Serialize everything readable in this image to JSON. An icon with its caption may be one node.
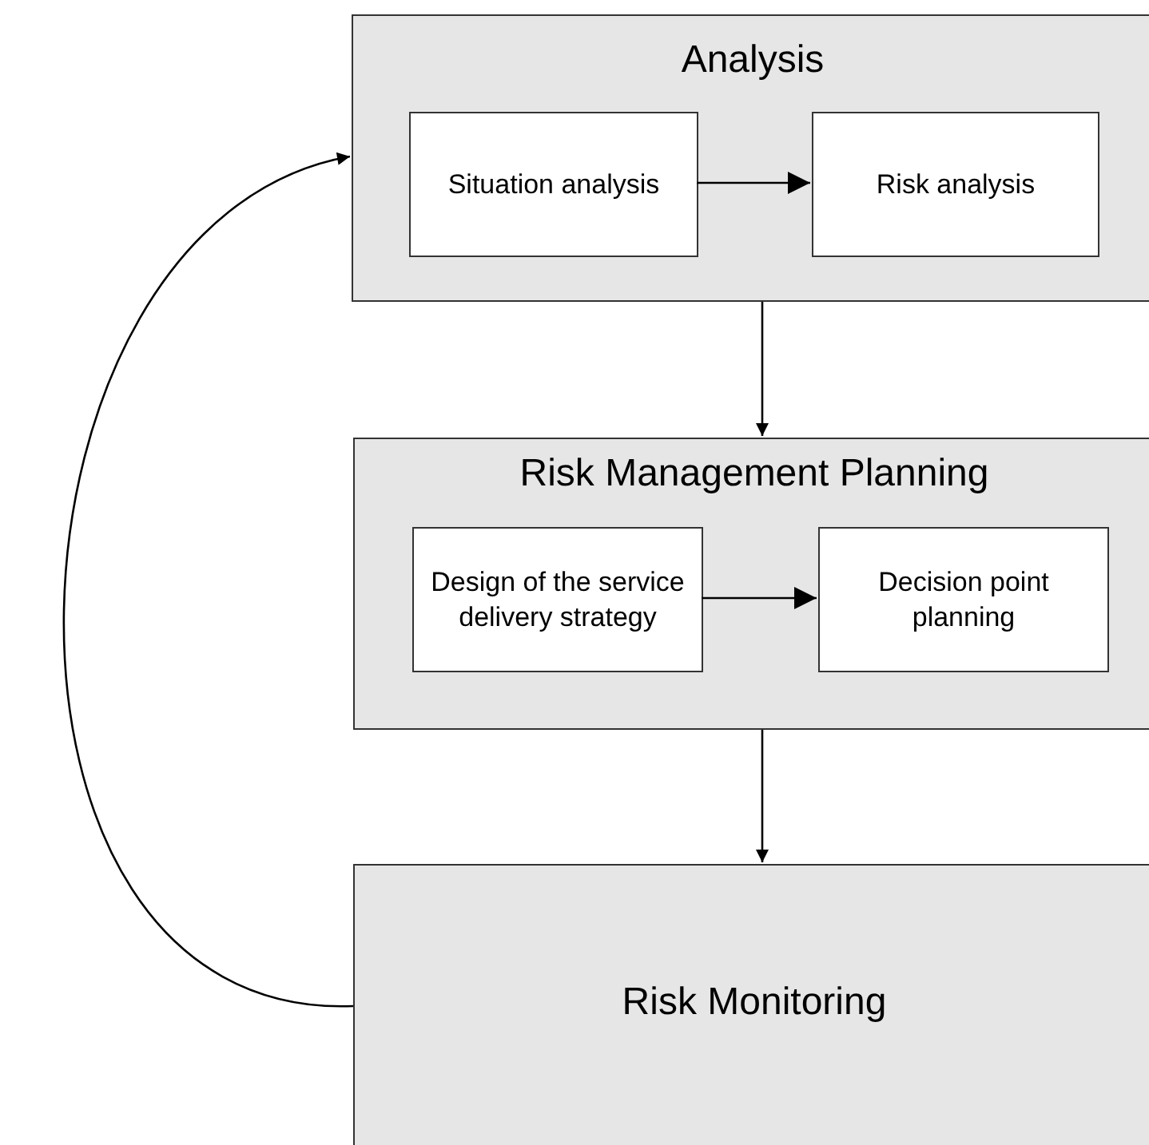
{
  "diagram": {
    "nodes": [
      {
        "text": [
          "Analysis"
        ]
      },
      {
        "text": [
          "Situation analysis"
        ],
        "in": 0
      },
      {
        "text": [
          "Risk analysis"
        ],
        "in": 0
      },
      {
        "text": [
          "Risk Management Planning"
        ]
      },
      {
        "text": [
          "Design of the service delivery strategy"
        ],
        "in": 3
      },
      {
        "text": [
          "Decision point planning"
        ],
        "in": 3
      },
      {
        "text": [
          "Risk Monitoring"
        ]
      }
    ],
    "edges": [
      {
        "from": 1,
        "to": 2,
        "arrow": "to"
      },
      {
        "from": 0,
        "to": 3,
        "arrow": "to"
      },
      {
        "from": 4,
        "to": 5,
        "arrow": "to"
      },
      {
        "from": 3,
        "to": 6,
        "arrow": "to"
      },
      {
        "from": 6,
        "to": 0,
        "arrow": "to"
      }
    ]
  }
}
